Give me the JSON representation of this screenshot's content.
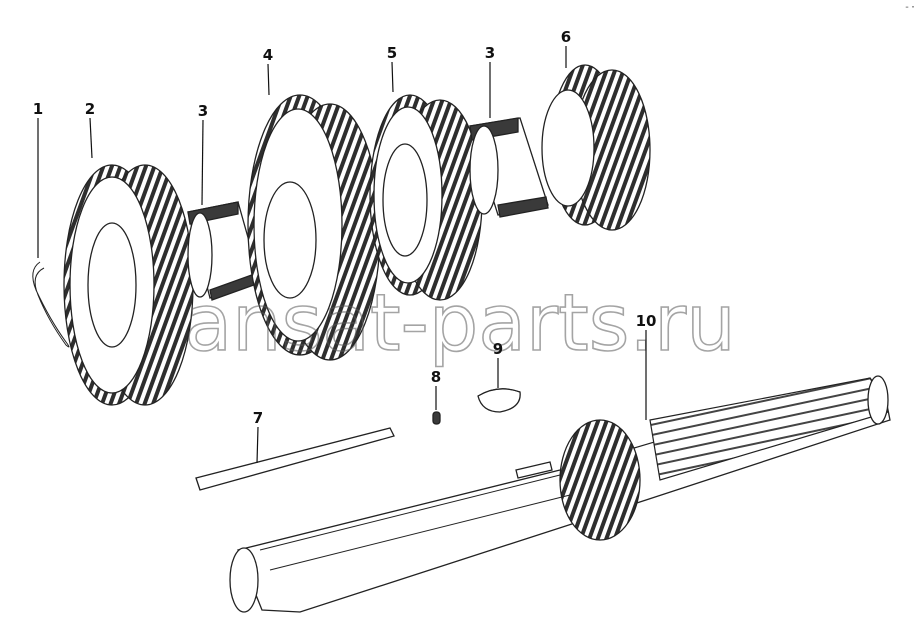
{
  "callouts": [
    {
      "id": "1",
      "label": "1"
    },
    {
      "id": "2",
      "label": "2"
    },
    {
      "id": "3a",
      "label": "3"
    },
    {
      "id": "4",
      "label": "4"
    },
    {
      "id": "5",
      "label": "5"
    },
    {
      "id": "3b",
      "label": "3"
    },
    {
      "id": "6",
      "label": "6"
    },
    {
      "id": "7",
      "label": "7"
    },
    {
      "id": "8",
      "label": "8"
    },
    {
      "id": "9",
      "label": "9"
    },
    {
      "id": "10",
      "label": "10"
    }
  ],
  "watermark": "ansat-parts.ru",
  "corner_mark": "-·"
}
